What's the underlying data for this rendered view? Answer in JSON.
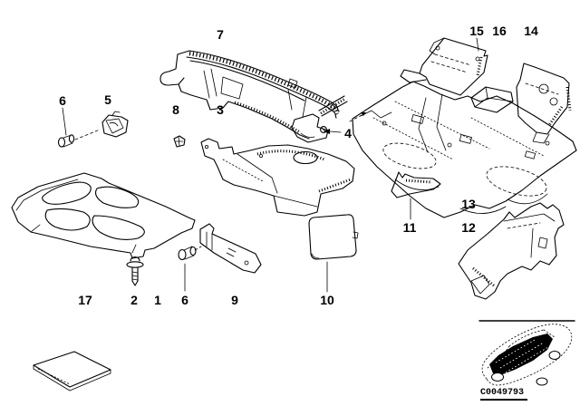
{
  "diagram": {
    "title_hint": "sound-insulation-parts-diagram",
    "code": "C0049793",
    "colors": {
      "line": "#000000",
      "background": "#ffffff",
      "car_highlight": "#000000"
    },
    "labels": {
      "n7": "7",
      "n15": "15",
      "n16": "16",
      "n14": "14",
      "n6_top": "6",
      "n5": "5",
      "n8": "8",
      "n3": "3",
      "n4": "4",
      "n13": "13",
      "n11": "11",
      "n12": "12",
      "n17": "17",
      "n2": "2",
      "n1": "1",
      "n6_bottom": "6",
      "n9": "9",
      "n10": "10"
    }
  }
}
